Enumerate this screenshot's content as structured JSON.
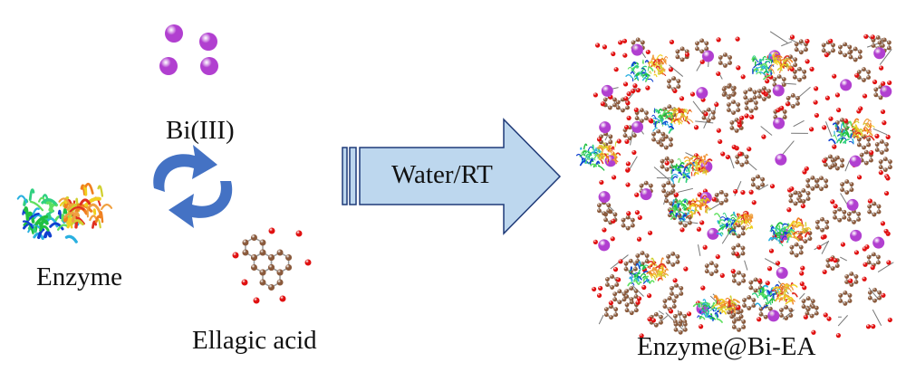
{
  "labels": {
    "bismuth": "Bi(III)",
    "enzyme": "Enzyme",
    "ligand": "Ellagic acid",
    "condition": "Water/RT",
    "product": "Enzyme@Bi-EA"
  },
  "colors": {
    "bismuth": "#b13fd0",
    "carbon": "#8a5a3c",
    "oxygen": "#e01010",
    "arrow_fill": "#bdd7ee",
    "arrow_stroke": "#1f3a78",
    "cycle_arrow": "#4472c4"
  }
}
